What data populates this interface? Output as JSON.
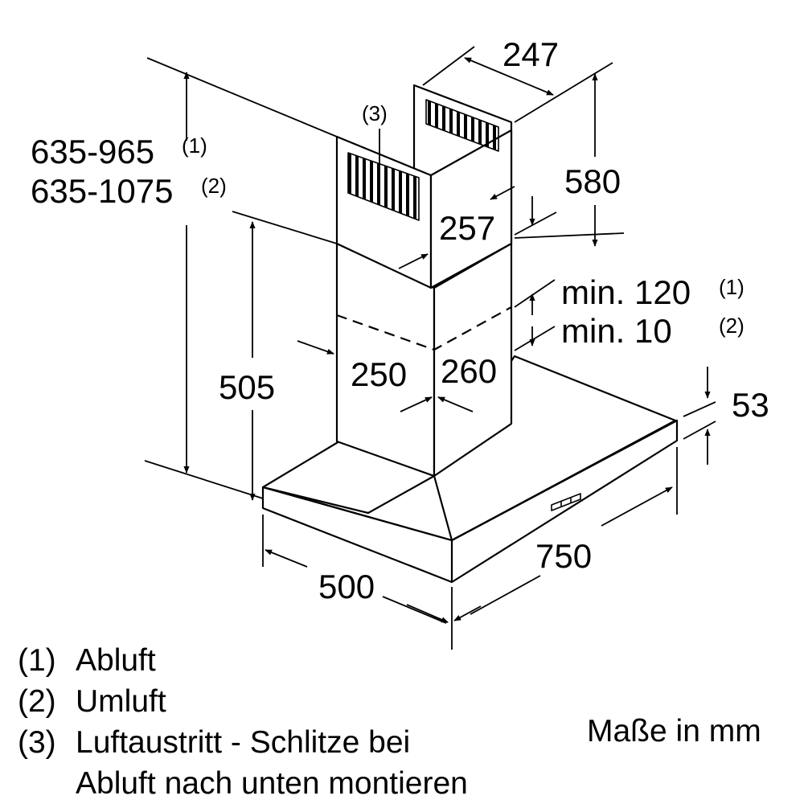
{
  "dimensions": {
    "height_exhaust": "635-965",
    "height_exhaust_note": "(1)",
    "height_recirc": "635-1075",
    "height_recirc_note": "(2)",
    "chimney_depth_top": "247",
    "chimney_height_upper": "580",
    "chimney_width_upper": "257",
    "gap_exhaust": "min. 120",
    "gap_exhaust_note": "(1)",
    "gap_recirc": "min. 10",
    "gap_recirc_note": "(2)",
    "chimney_width_lower": "250",
    "chimney_depth_lower": "260",
    "canopy_height": "505",
    "hood_thickness": "53",
    "hood_width": "750",
    "hood_depth": "500",
    "callout_slots": "(3)"
  },
  "legend": [
    {
      "num": "(1)",
      "text": "Abluft"
    },
    {
      "num": "(2)",
      "text": "Umluft"
    },
    {
      "num": "(3)",
      "text": "Luftaustritt - Schlitze bei",
      "cont": "Abluft nach unten montieren"
    }
  ],
  "units_note": "Maße in mm"
}
